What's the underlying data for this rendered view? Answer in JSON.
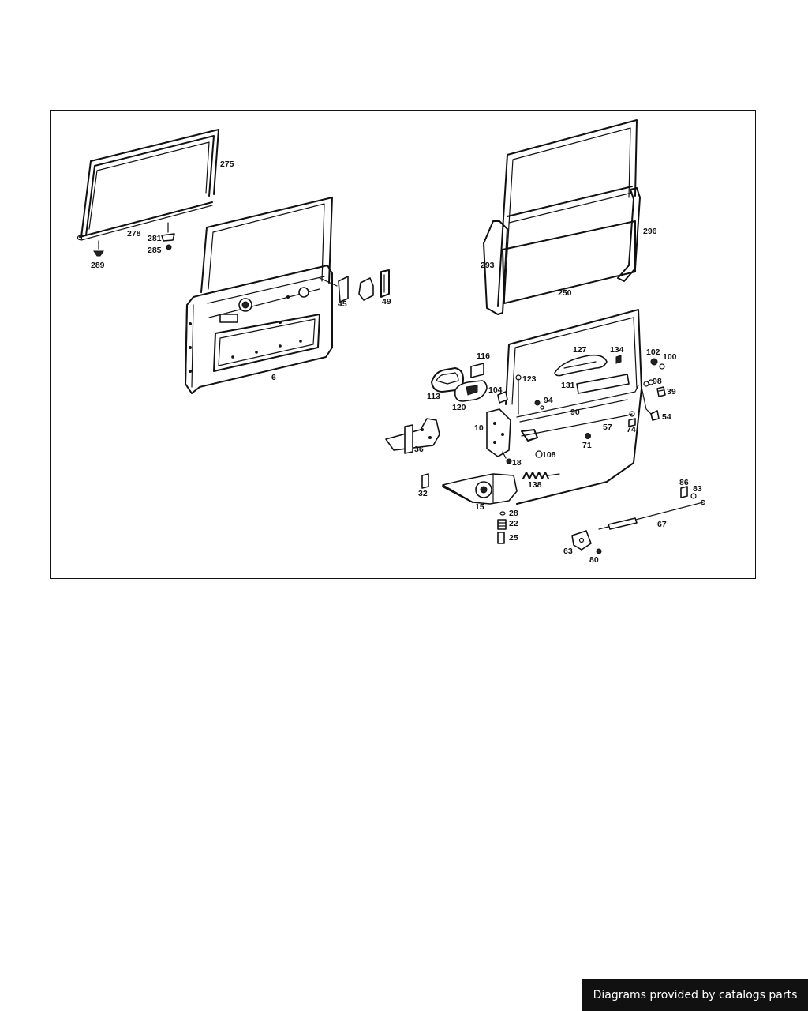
{
  "labels": {
    "p275": "275",
    "p278": "278",
    "p281": "281",
    "p285": "285",
    "p289": "289",
    "p6": "6",
    "p45": "45",
    "p49": "49",
    "p293": "293",
    "p296": "296",
    "p250": "250",
    "p116": "116",
    "p127": "127",
    "p134": "134",
    "p102": "102",
    "p100": "100",
    "p113": "113",
    "p120": "120",
    "p123": "123",
    "p104": "104",
    "p131": "131",
    "p98": "98",
    "p39": "39",
    "p94": "94",
    "p90": "90",
    "p54": "54",
    "p10": "10",
    "p57": "57",
    "p74": "74",
    "p71": "71",
    "p108": "108",
    "p36": "36",
    "p18": "18",
    "p32": "32",
    "p138": "138",
    "p15": "15",
    "p86": "86",
    "p83": "83",
    "p28": "28",
    "p22": "22",
    "p25": "25",
    "p67": "67",
    "p63": "63",
    "p80": "80"
  },
  "credit": "Diagrams provided by catalogs parts"
}
